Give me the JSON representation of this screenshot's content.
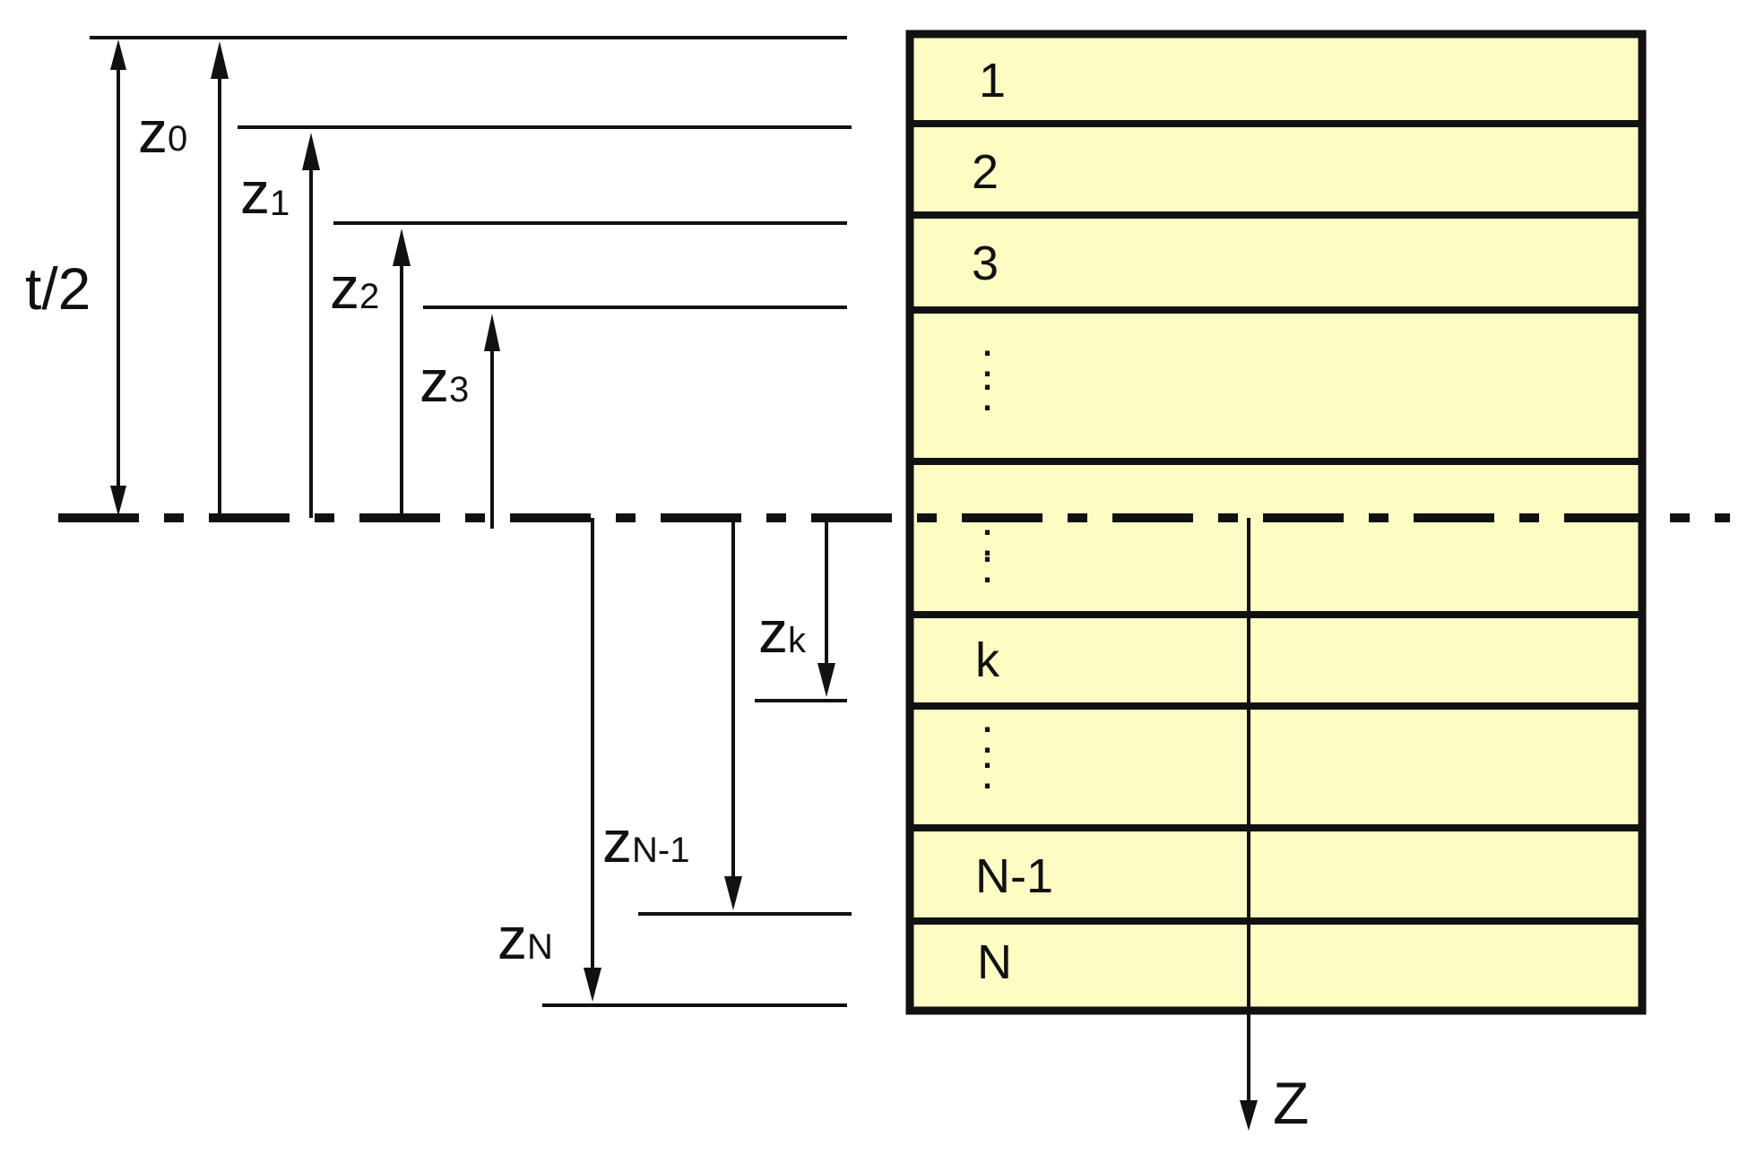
{
  "labels": {
    "half_thickness": "t/2",
    "z0": {
      "main": "z",
      "sub": "0"
    },
    "z1": {
      "main": "z",
      "sub": "1"
    },
    "z2": {
      "main": "z",
      "sub": "2"
    },
    "z3": {
      "main": "z",
      "sub": "3"
    },
    "zk": {
      "main": "z",
      "sub": "k"
    },
    "zN1": {
      "main": "z",
      "sub": "N-1"
    },
    "zN": {
      "main": "z",
      "sub": "N"
    },
    "axis": "Z"
  },
  "layers": [
    "1",
    "2",
    "3",
    "k",
    "N-1",
    "N"
  ],
  "ellipsis": ":",
  "colors": {
    "layer_fill": "#fdfcc3",
    "stroke": "#111111"
  }
}
